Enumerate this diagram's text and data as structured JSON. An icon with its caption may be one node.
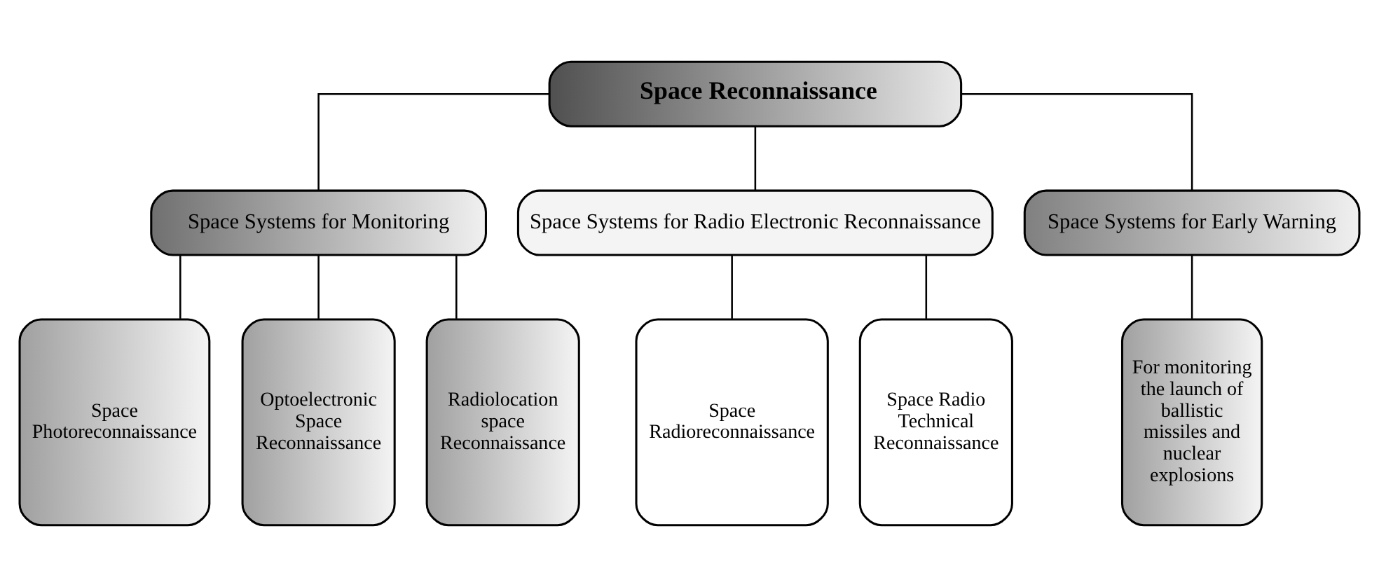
{
  "diagram": {
    "nodes": [
      {
        "text": [
          "Space Reconnaissance"
        ]
      },
      {
        "text": [
          "Space Systems for Monitoring"
        ]
      },
      {
        "text": [
          "Space Systems for Radio Electronic Reconnaissance"
        ]
      },
      {
        "text": [
          "Space Systems for Early Warning"
        ]
      },
      {
        "text": [
          "Space Photoreconnaissance"
        ]
      },
      {
        "text": [
          "Optoelectronic Space Reconnaissance"
        ]
      },
      {
        "text": [
          "Radiolocation space Reconnaissance"
        ]
      },
      {
        "text": [
          "Space Radioreconnaissance"
        ]
      },
      {
        "text": [
          "Space Radio Technical Reconnaissance"
        ]
      },
      {
        "text": [
          "For monitoring the launch of ballistic missiles and nuclear explosions"
        ]
      }
    ],
    "edges": [
      {
        "from": 0,
        "to": 1,
        "arrow": "none"
      },
      {
        "from": 0,
        "to": 2,
        "arrow": "none"
      },
      {
        "from": 0,
        "to": 3,
        "arrow": "none"
      },
      {
        "from": 1,
        "to": 4,
        "arrow": "none"
      },
      {
        "from": 1,
        "to": 5,
        "arrow": "none"
      },
      {
        "from": 1,
        "to": 6,
        "arrow": "none"
      },
      {
        "from": 2,
        "to": 7,
        "arrow": "none"
      },
      {
        "from": 2,
        "to": 8,
        "arrow": "none"
      },
      {
        "from": 3,
        "to": 9,
        "arrow": "none"
      }
    ]
  }
}
